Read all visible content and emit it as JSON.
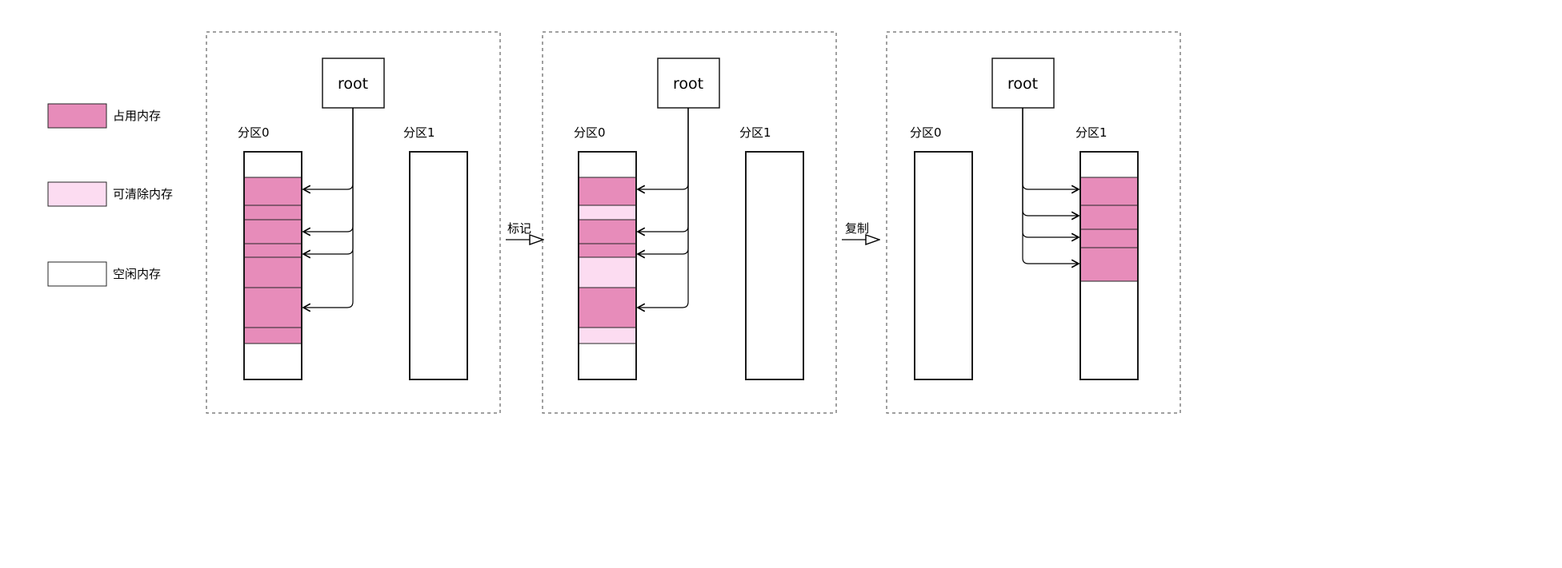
{
  "colors": {
    "occupied": "#e78cba",
    "clearable": "#fcdcf1",
    "free": "#ffffff"
  },
  "legend": {
    "items": [
      {
        "label": "占用内存",
        "type": "occupied"
      },
      {
        "label": "可清除内存",
        "type": "clearable"
      },
      {
        "label": "空闲内存",
        "type": "free"
      }
    ]
  },
  "panels": [
    {
      "id": "initial",
      "root_label": "root",
      "partitions": [
        {
          "label": "分区0",
          "segments": [
            "free",
            "occupied",
            "occupied",
            "occupied",
            "occupied",
            "occupied",
            "occupied",
            "occupied",
            "free"
          ]
        },
        {
          "label": "分区1",
          "segments": [
            "free"
          ]
        }
      ],
      "root_points_to_segments": [
        1,
        3,
        4,
        6
      ]
    },
    {
      "id": "marked",
      "root_label": "root",
      "partitions": [
        {
          "label": "分区0",
          "segments": [
            "free",
            "occupied",
            "clearable",
            "occupied",
            "occupied",
            "clearable",
            "occupied",
            "clearable",
            "free"
          ]
        },
        {
          "label": "分区1",
          "segments": [
            "free"
          ]
        }
      ],
      "root_points_to_segments": [
        1,
        3,
        4,
        6
      ]
    },
    {
      "id": "copied",
      "root_label": "root",
      "partitions": [
        {
          "label": "分区0",
          "segments": [
            "free"
          ]
        },
        {
          "label": "分区1",
          "segments": [
            "free",
            "occupied",
            "occupied",
            "occupied",
            "occupied",
            "free"
          ]
        }
      ],
      "root_points_to_segments": [
        1,
        2,
        3,
        4
      ]
    }
  ],
  "transitions": [
    {
      "label": "标记"
    },
    {
      "label": "复制"
    }
  ]
}
